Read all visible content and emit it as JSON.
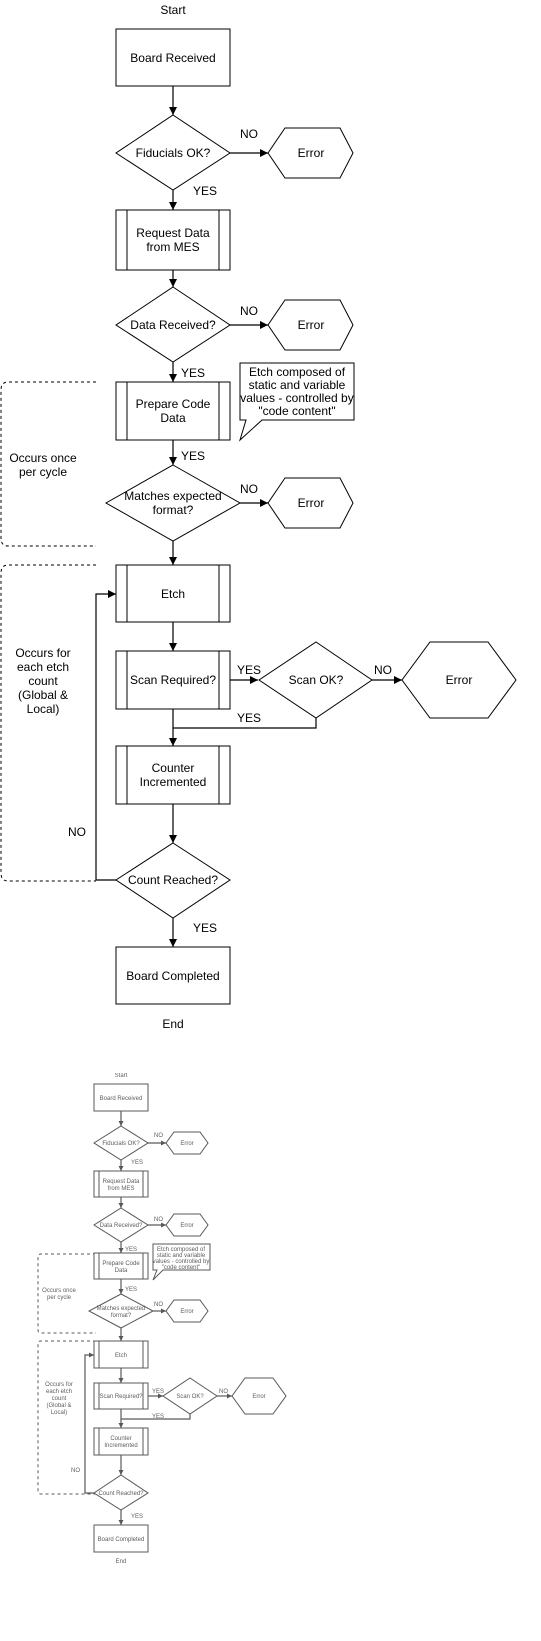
{
  "diagram": {
    "start": "Start",
    "end": "End",
    "nodes": {
      "board_received": "Board Received",
      "fiducials_ok": "Fiducials OK?",
      "request_data": [
        "Request Data",
        "from MES"
      ],
      "data_received": "Data Received?",
      "prepare_code": [
        "Prepare Code",
        "Data"
      ],
      "matches_format": [
        "Matches expected",
        "format?"
      ],
      "etch": "Etch",
      "scan_required": "Scan Required?",
      "scan_ok": "Scan OK?",
      "counter_incremented": [
        "Counter",
        "Incremented"
      ],
      "count_reached": "Count Reached?",
      "board_completed": "Board Completed",
      "error": "Error"
    },
    "labels": {
      "yes": "YES",
      "no": "NO"
    },
    "callout": [
      "Etch composed of",
      "static and variable",
      "values - controlled by",
      "\"code content\""
    ],
    "groups": {
      "once": [
        "Occurs once",
        "per cycle"
      ],
      "each": [
        "Occurs for",
        "each etch",
        "count",
        "(Global &",
        "Local)"
      ]
    }
  }
}
